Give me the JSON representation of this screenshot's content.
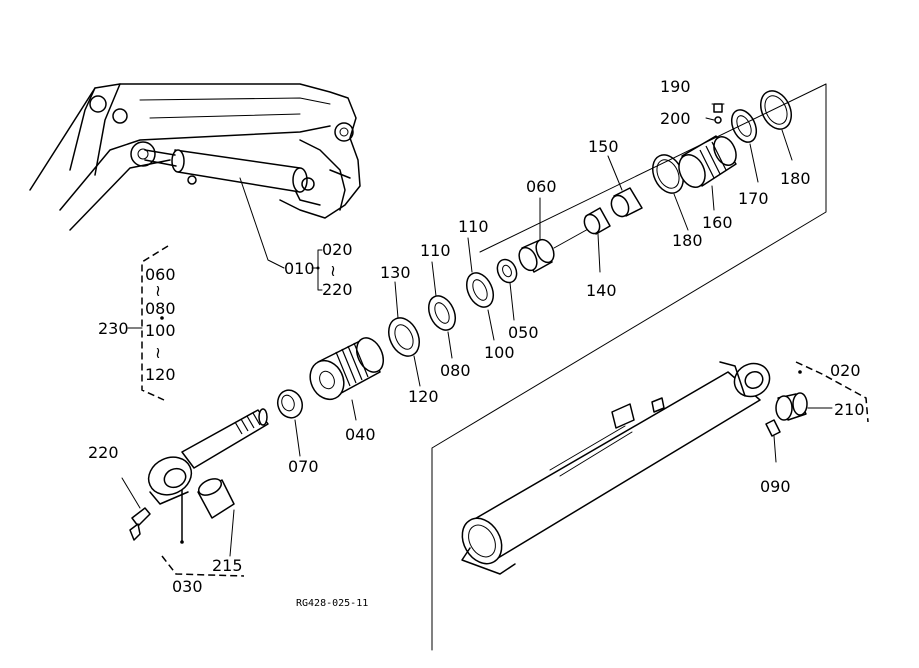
{
  "labels": {
    "p010": "010",
    "p020_a": "020",
    "p020_b": "020",
    "p030": "030",
    "p040": "040",
    "p050": "050",
    "p060_a": "060",
    "p060_b": "060",
    "p070": "070",
    "p080_a": "080",
    "p080_b": "080",
    "p090": "090",
    "p100_a": "100",
    "p100_b": "100",
    "p110_a": "110",
    "p110_b": "110",
    "p120_a": "120",
    "p120_b": "120",
    "p130": "130",
    "p140": "140",
    "p150": "150",
    "p160": "160",
    "p170": "170",
    "p180_a": "180",
    "p180_b": "180",
    "p190": "190",
    "p200": "200",
    "p210": "210",
    "p215": "215",
    "p220_a": "220",
    "p220_b": "220",
    "p230": "230",
    "range_mark_a": "≀",
    "range_mark_b": "≀",
    "range_mark_c": "≀",
    "drawing_code": "RG428-025-11"
  }
}
